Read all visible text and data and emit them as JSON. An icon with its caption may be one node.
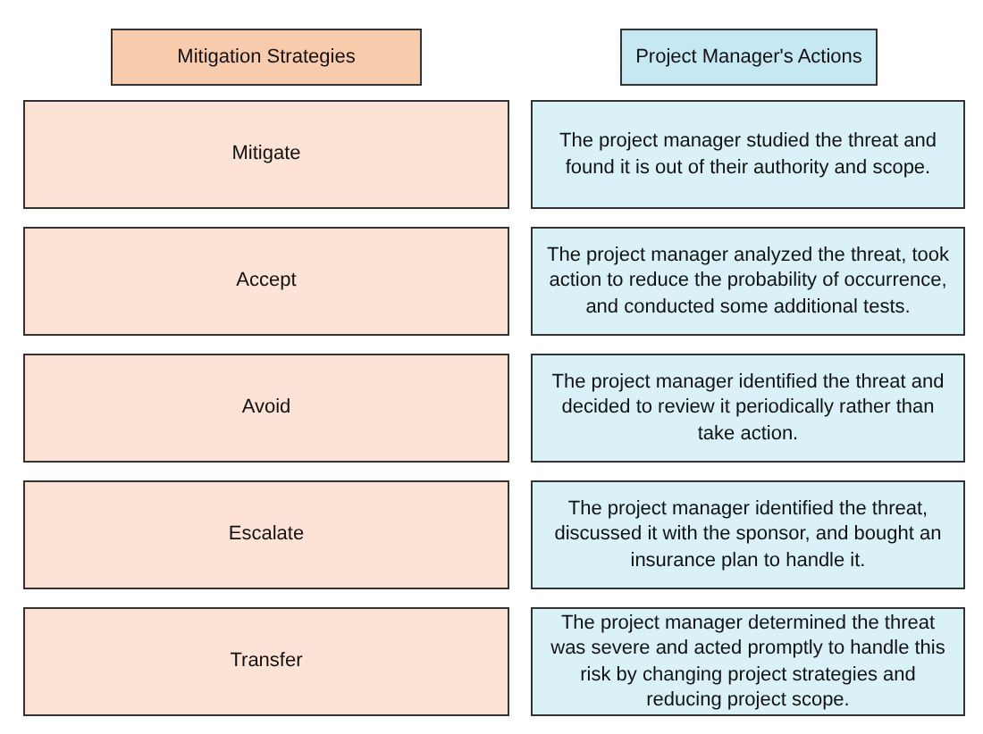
{
  "diagram": {
    "nodes": [
      {
        "text": [
          "Mitigation Strategies"
        ]
      },
      {
        "text": [
          "Project Manager's Actions"
        ]
      },
      {
        "text": [
          "Mitigate"
        ]
      },
      {
        "text": [
          "The project manager studied the threat and found it is out of their authority and scope."
        ]
      },
      {
        "text": [
          "Accept"
        ]
      },
      {
        "text": [
          "The project manager analyzed the threat, took action to reduce the probability of occurrence, and conducted some additional tests."
        ]
      },
      {
        "text": [
          "Avoid"
        ]
      },
      {
        "text": [
          "The project manager identified the threat and decided to review it periodically rather than take action."
        ]
      },
      {
        "text": [
          "Escalate"
        ]
      },
      {
        "text": [
          "The project manager identified the threat, discussed it with the sponsor, and bought an insurance plan to handle it."
        ]
      },
      {
        "text": [
          "Transfer"
        ]
      },
      {
        "text": [
          "The project manager determined the threat was severe and acted promptly to handle this risk by changing project strategies and reducing project scope."
        ]
      }
    ]
  }
}
